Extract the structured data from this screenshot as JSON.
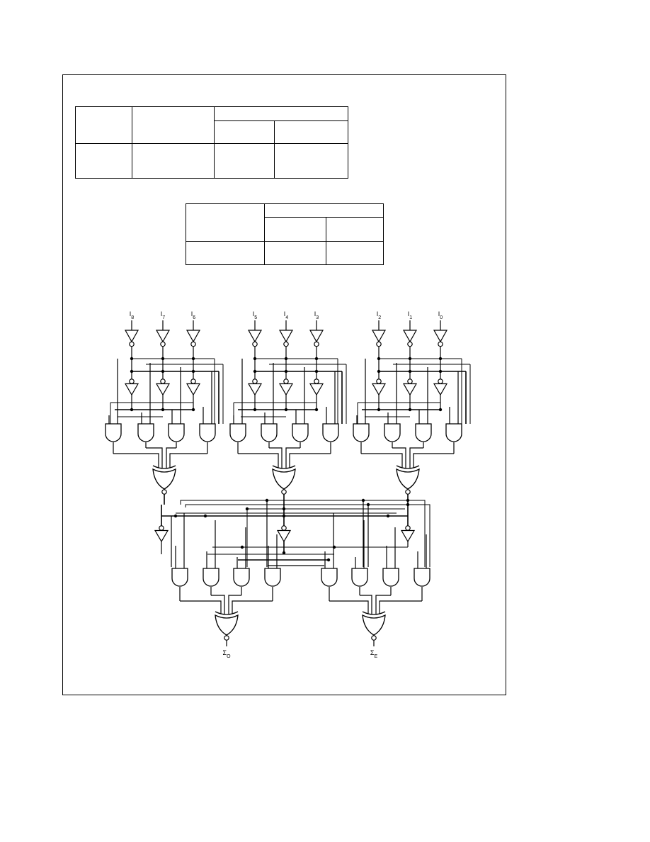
{
  "tables": {
    "first": {
      "header_row_1": [
        "",
        "",
        ""
      ],
      "header_row_2": [
        "",
        ""
      ],
      "body_row": [
        "",
        "",
        "",
        ""
      ]
    },
    "second": {
      "header_row_1": [
        "",
        ""
      ],
      "header_row_2": [
        "",
        ""
      ],
      "body_row": [
        "",
        "",
        ""
      ]
    }
  },
  "logic_diagram": {
    "inputs": [
      "I8",
      "I7",
      "I6",
      "I5",
      "I4",
      "I3",
      "I2",
      "I1",
      "I0"
    ],
    "outputs": [
      "ΣO",
      "ΣE"
    ],
    "gate_counts": {
      "input_buffers": 9,
      "inverters": 12,
      "and_gates_stage1": 12,
      "xor_gates": 5,
      "and_gates_stage2": 8,
      "output_inverters": 2
    }
  }
}
